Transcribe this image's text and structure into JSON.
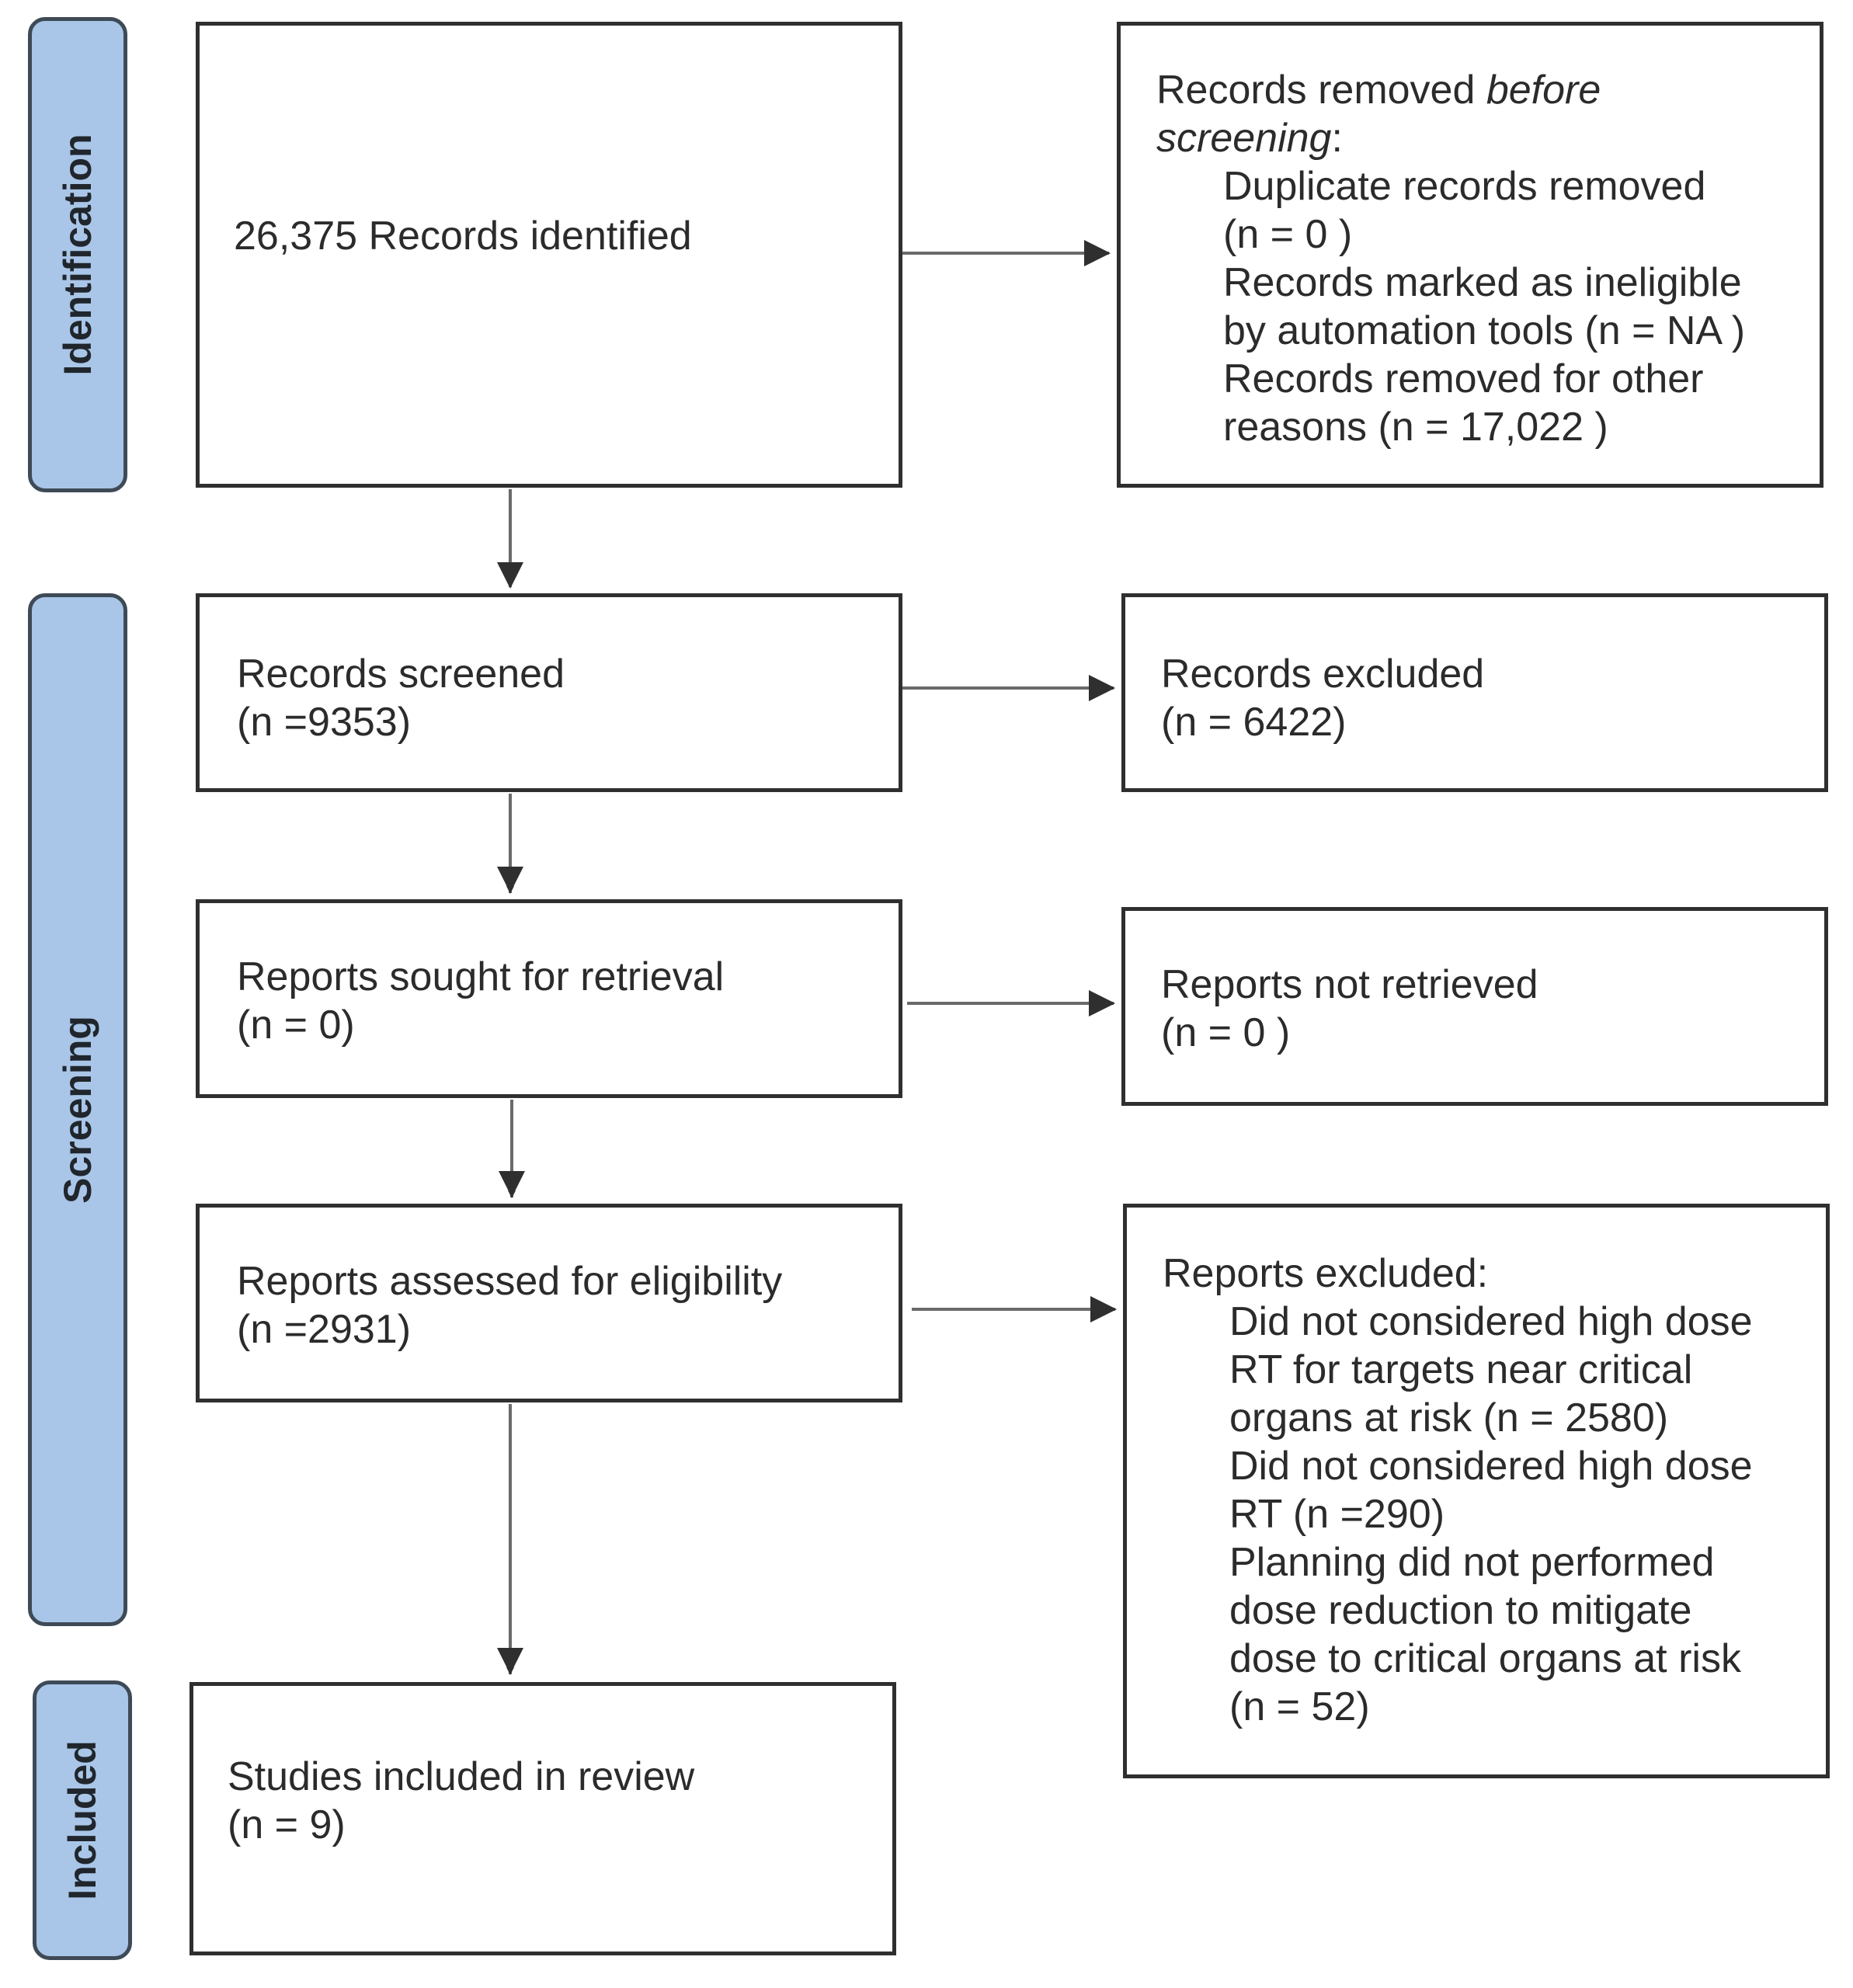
{
  "phases": {
    "identification": "Identification",
    "screening": "Screening",
    "included": "Included"
  },
  "boxes": {
    "records_identified": "26,375 Records identified",
    "removed_before": {
      "title_prefix": "Records removed ",
      "title_italic": "before",
      "title_italic2": "screening",
      "title_suffix": ":",
      "items": [
        [
          "Duplicate records removed",
          "(n = 0 )"
        ],
        [
          "Records marked as ineligible",
          "by automation tools (n = NA )"
        ],
        [
          "Records removed for other",
          "reasons (n = 17,022 )"
        ]
      ]
    },
    "records_screened": [
      "Records screened",
      "(n =9353)"
    ],
    "records_excluded": [
      "Records excluded",
      "(n = 6422)"
    ],
    "reports_sought": [
      "Reports sought for retrieval",
      "(n = 0)"
    ],
    "reports_not_retrieved": [
      "Reports not retrieved",
      "(n = 0 )"
    ],
    "reports_assessed": [
      "Reports assessed for eligibility",
      "(n =2931)"
    ],
    "reports_excluded": {
      "title": "Reports excluded:",
      "items": [
        [
          "Did not considered high dose",
          "RT for targets near critical",
          "organs at risk (n = 2580)"
        ],
        [
          "Did not considered high dose",
          "RT (n =290)"
        ],
        [
          "Planning did not performed",
          "dose reduction to mitigate",
          "dose to critical organs at risk",
          "(n = 52)"
        ]
      ]
    },
    "studies_included": [
      "Studies included in review",
      "(n = 9)"
    ]
  },
  "colors": {
    "phase_fill": "#a9c6e8",
    "phase_border": "#3e4a56",
    "box_border": "#2f2f2f"
  }
}
